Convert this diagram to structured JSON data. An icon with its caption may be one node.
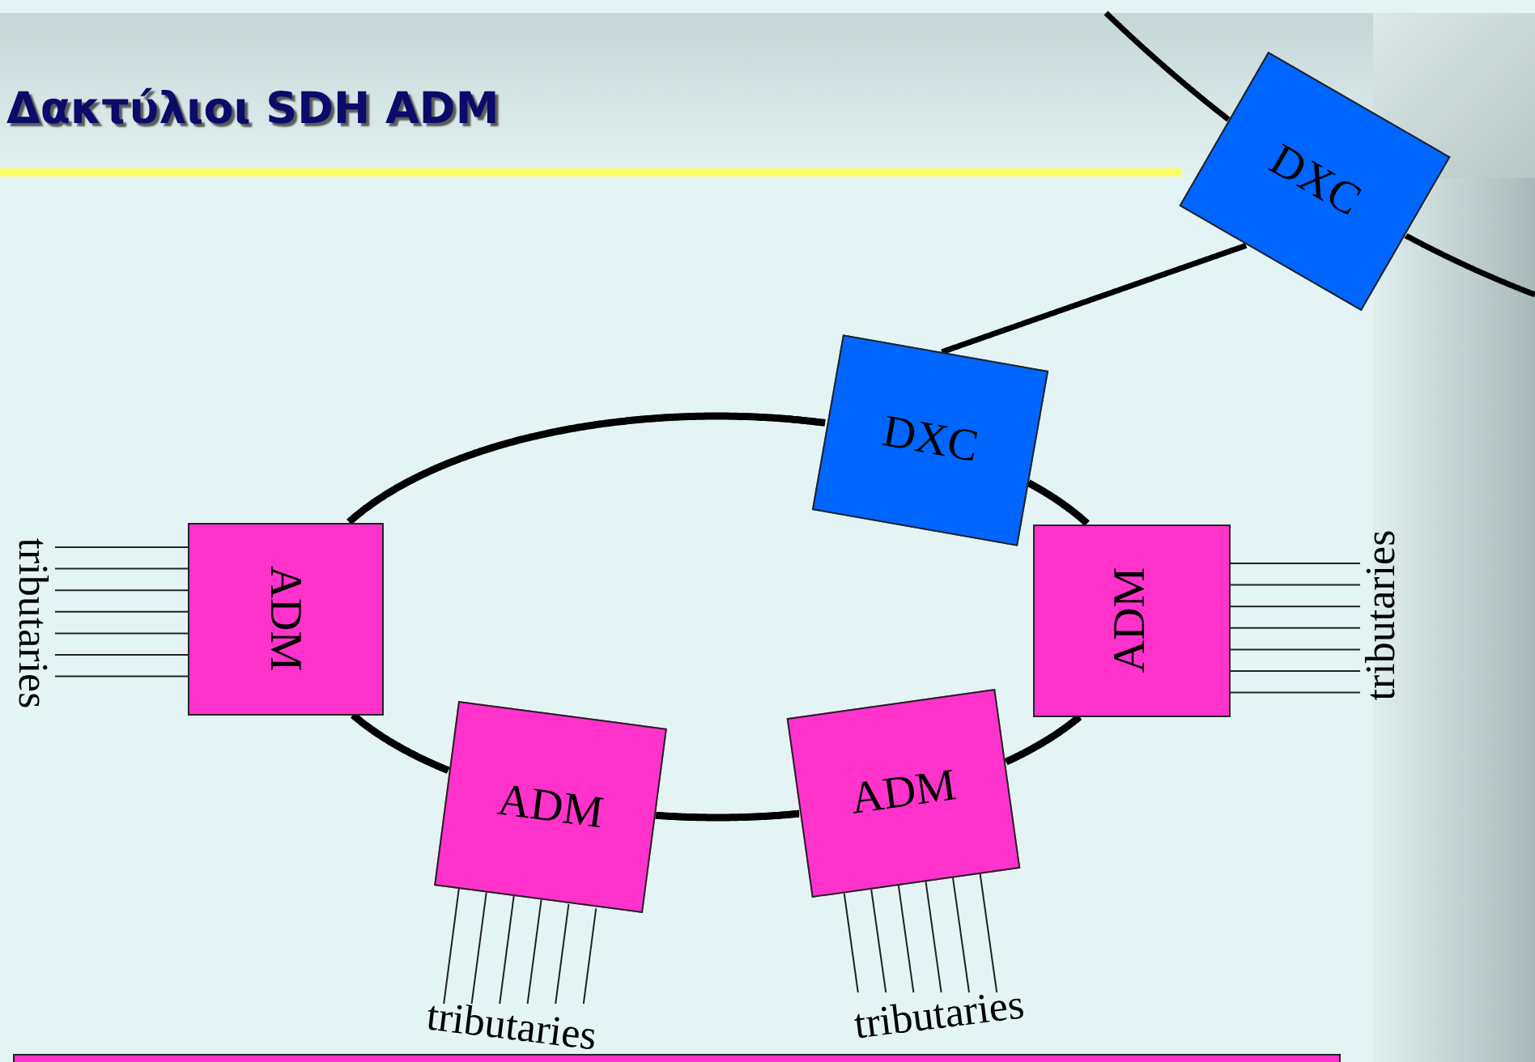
{
  "diagram": {
    "title": "Δακτύλιοι SDH ADM",
    "nodes": [
      {
        "text": [
          "DXC"
        ]
      },
      {
        "text": [
          "DXC"
        ]
      },
      {
        "text": [
          "ADM"
        ]
      },
      {
        "text": [
          "ADM"
        ]
      },
      {
        "text": [
          "ADM"
        ]
      },
      {
        "text": [
          "ADM"
        ]
      },
      {
        "text": [],
        "shape": "box"
      },
      {
        "text": [
          "tributaries"
        ]
      },
      {
        "text": [
          "tributaries"
        ]
      },
      {
        "text": [
          "tributaries"
        ]
      },
      {
        "text": [
          "tributaries"
        ]
      }
    ],
    "edges": [
      {
        "from": null,
        "to": 0,
        "arrow": "none",
        "style": "thick"
      },
      {
        "from": 0,
        "to": null,
        "arrow": "none",
        "style": "thick"
      },
      {
        "from": 1,
        "to": 0,
        "arrow": "none",
        "style": "thick"
      },
      {
        "from": 1,
        "to": 5,
        "arrow": "none",
        "style": "thick"
      },
      {
        "from": 5,
        "to": 4,
        "arrow": "none",
        "style": "thick"
      },
      {
        "from": 4,
        "to": 3,
        "arrow": "none",
        "style": "thick"
      },
      {
        "from": 3,
        "to": 2,
        "arrow": "none",
        "style": "thick"
      },
      {
        "from": 2,
        "to": 1,
        "arrow": "none",
        "style": "thick"
      },
      {
        "from": 2,
        "to": 7,
        "arrow": "none"
      },
      {
        "from": 2,
        "to": 7,
        "arrow": "none"
      },
      {
        "from": 2,
        "to": 7,
        "arrow": "none"
      },
      {
        "from": 2,
        "to": 7,
        "arrow": "none"
      },
      {
        "from": 2,
        "to": 7,
        "arrow": "none"
      },
      {
        "from": 2,
        "to": 7,
        "arrow": "none"
      },
      {
        "from": 2,
        "to": 7,
        "arrow": "none"
      },
      {
        "from": 5,
        "to": 8,
        "arrow": "none"
      },
      {
        "from": 5,
        "to": 8,
        "arrow": "none"
      },
      {
        "from": 5,
        "to": 8,
        "arrow": "none"
      },
      {
        "from": 5,
        "to": 8,
        "arrow": "none"
      },
      {
        "from": 5,
        "to": 8,
        "arrow": "none"
      },
      {
        "from": 5,
        "to": 8,
        "arrow": "none"
      },
      {
        "from": 5,
        "to": 8,
        "arrow": "none"
      },
      {
        "from": 3,
        "to": 9,
        "arrow": "none"
      },
      {
        "from": 3,
        "to": 9,
        "arrow": "none"
      },
      {
        "from": 3,
        "to": 9,
        "arrow": "none"
      },
      {
        "from": 3,
        "to": 9,
        "arrow": "none"
      },
      {
        "from": 3,
        "to": 9,
        "arrow": "none"
      },
      {
        "from": 3,
        "to": 9,
        "arrow": "none"
      },
      {
        "from": 4,
        "to": 10,
        "arrow": "none"
      },
      {
        "from": 4,
        "to": 10,
        "arrow": "none"
      },
      {
        "from": 4,
        "to": 10,
        "arrow": "none"
      },
      {
        "from": 4,
        "to": 10,
        "arrow": "none"
      },
      {
        "from": 4,
        "to": 10,
        "arrow": "none"
      },
      {
        "from": 4,
        "to": 10,
        "arrow": "none"
      }
    ]
  }
}
